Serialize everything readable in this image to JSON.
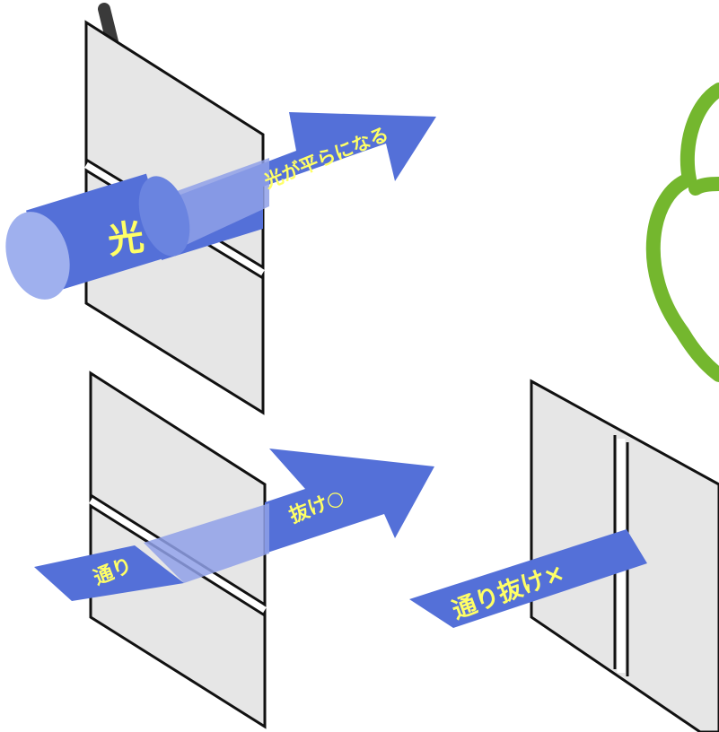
{
  "labels": {
    "light_cylinder": "光",
    "flattened": "光が平らになる",
    "pass_left": "通り",
    "pass_right": "抜け○",
    "not_pass": "通り抜け×"
  },
  "colors": {
    "arrow_blue": "#5470d8",
    "arrow_blue_faded": "#8fa0e8",
    "cylinder_end": "#9fb0ee",
    "panel_fill": "#e6e6e6",
    "panel_stroke": "#111111",
    "label_yellow": "#ffff66",
    "cloud_green": "#74b72e",
    "pointer_dark": "#3a3a3a"
  },
  "icons": {
    "pointer": "down-arrow-icon",
    "cloud": "cloud-outline-icon"
  }
}
